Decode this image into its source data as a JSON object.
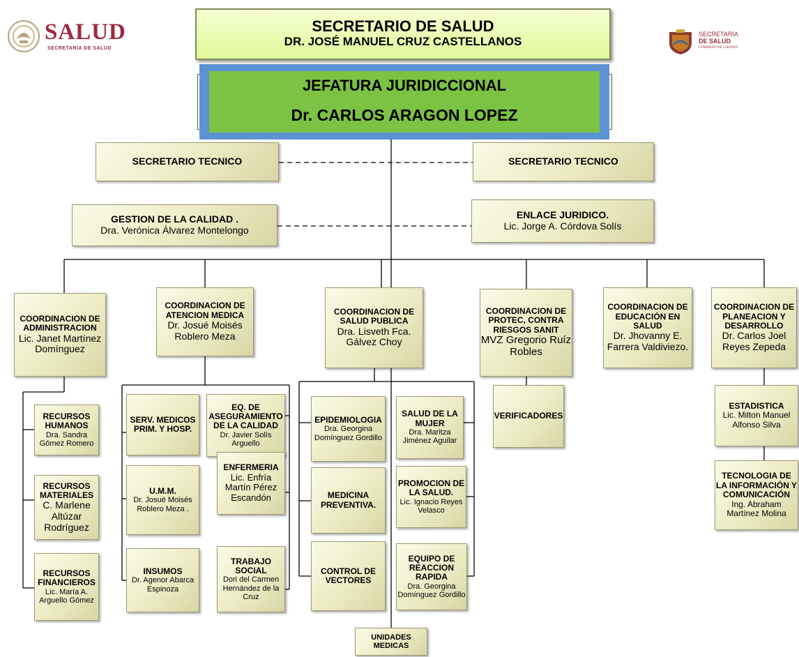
{
  "header": {
    "title_line1": "SECRETARIO DE SALUD",
    "title_line2": "DR. JOSÉ MANUEL CRUZ CASTELLANOS"
  },
  "jefatura": {
    "title": "JEFATURA JURIDICCIONAL",
    "name": "Dr. CARLOS ARAGON LOPEZ"
  },
  "logos": {
    "left_main": "SALUD",
    "left_sub": "SECRETARÍA DE SALUD",
    "right_line1": "SECRETARÍA",
    "right_line2": "DE SALUD",
    "right_line3": "GOBIERNO DE CHIAPAS"
  },
  "staff": {
    "tecnico_left": "SECRETARIO TECNICO",
    "tecnico_right": "SECRETARIO TECNICO",
    "calidad_title": "GESTION DE LA CALIDAD .",
    "calidad_name": "Dra. Verónica Álvarez Montelongo",
    "enlace_title": "ENLACE JURIDICO.",
    "enlace_name": "Lic. Jorge A. Córdova Solís"
  },
  "coordinaciones": {
    "admin_title": "COORDINACION DE ADMINISTRACION",
    "admin_name": "Lic. Janet Martínez Domínguez",
    "atencion_title": "COORDINACION DE ATENCION MEDICA",
    "atencion_name": "Dr. Josué Moisés Roblero Meza",
    "salud_title": "COORDINACION DE SALUD PUBLICA",
    "salud_name": "Dra. Lisveth Fca. Gálvez Choy",
    "protec_title": "COORDINACION DE PROTEC, CONTRA RIESGOS SANIT",
    "protec_name": "MVZ Gregorio Ruíz Robles",
    "educacion_title": "COORDINACION DE EDUCACIÓN EN SALUD",
    "educacion_name": "Dr. Jhovanny E. Farrera Valdiviezo.",
    "planeacion_title": "COORDINACION DE PLANEACION Y DESARROLLO",
    "planeacion_name": "Dr. Carlos Joel Reyes Zepeda"
  },
  "units": {
    "rh_title": "RECURSOS HUMANOS",
    "rh_name": "Dra. Sandra Gómez Romero",
    "rm_title": "RECURSOS MATERIALES",
    "rm_name": "C. Marlene Altúzar Rodríguez",
    "rf_title": "RECURSOS FINANCIEROS",
    "rf_name": "Lic. María A. Arguello Gómez",
    "serv_title": "SERV. MEDICOS PRIM. Y HOSP.",
    "eq_title": "EQ. DE ASEGURAMIENTO DE LA CALIDAD",
    "eq_name": "Dr. Javier Solís Arguello",
    "umm_title": "U.M.M.",
    "umm_name": "Dr. Josué Moisés Roblero Meza .",
    "enf_title": "ENFERMERIA",
    "enf_name": "Lic. Enfría Martín Pérez Escandón",
    "ins_title": "INSUMOS",
    "ins_name": "Dr. Agenor Abarca Espinoza",
    "ts_title": "TRABAJO SOCIAL",
    "ts_name": "Dori del Carmen Hernández de la Cruz",
    "epi_title": "EPIDEMIOLOGIA",
    "epi_name": "Dra. Georgina Domínguez Gordillo",
    "mujer_title": "SALUD DE LA MUJER",
    "mujer_name": "Dra. Maritza Jiménez Aguilar",
    "med_title": "MEDICINA PREVENTIVA.",
    "prom_title": "PROMOCION DE LA SALUD.",
    "prom_name": "Lic. Ignacio Reyes Velasco",
    "ctrl_title": "CONTROL DE VECTORES",
    "rr_title": "EQUIPO DE REACCION RAPIDA",
    "rr_name": "Dra. Georgina Domínguez Gordillo",
    "unid_title": "UNIDADES MEDICAS",
    "verif_title": "VERIFICADORES",
    "est_title": "ESTADISTICA",
    "est_name": "Lic. Milton Manuel Alfonso Silva",
    "tic_title": "TECNOLOGIA DE LA INFORMACIÓN Y COMUNICACIÓN",
    "tic_name": "Ing. Abraham Martínez Molina"
  }
}
